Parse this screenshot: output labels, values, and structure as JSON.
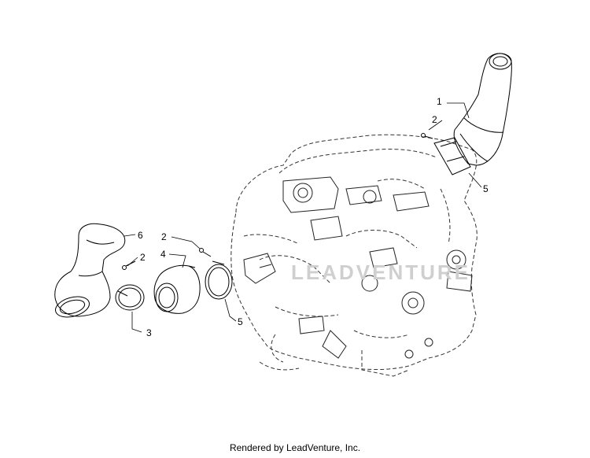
{
  "callouts": {
    "c1": "1",
    "c2a": "2",
    "c5a": "5",
    "c6": "6",
    "c2b": "2",
    "c2c": "2",
    "c4": "4",
    "c3": "3",
    "c5b": "5"
  },
  "footer": "Rendered by LeadVenture, Inc.",
  "watermark": "LEADVENTURE"
}
